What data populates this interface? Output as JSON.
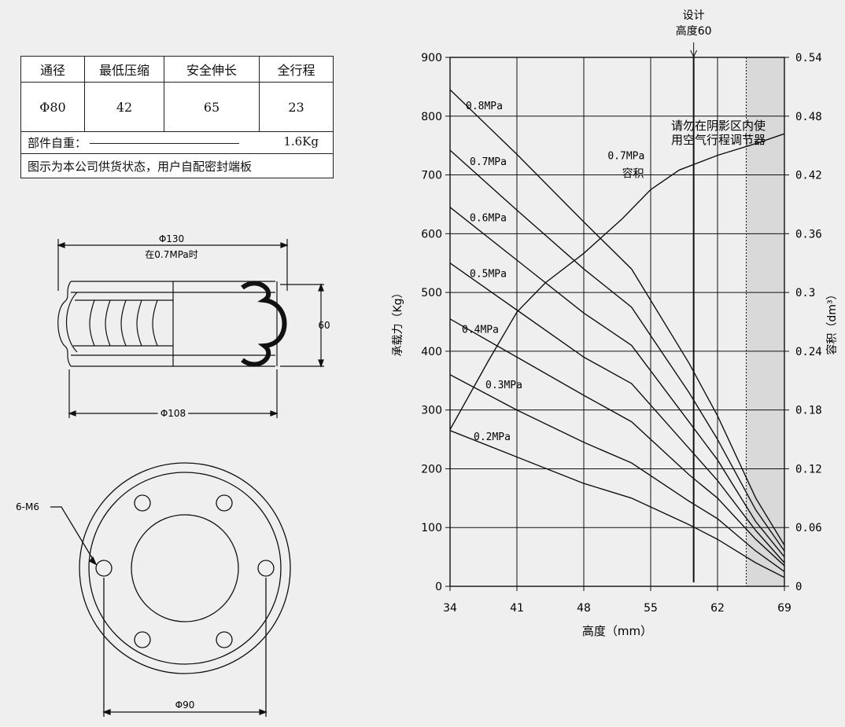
{
  "spec_table": {
    "headers": [
      "通径",
      "最低压缩",
      "安全伸长",
      "全行程"
    ],
    "values": [
      "Φ80",
      "42",
      "65",
      "23"
    ],
    "weight_label": "部件自重：",
    "weight_value": "1.6Kg",
    "note": "图示为本公司供货状态，用户自配密封端板"
  },
  "side_drawing": {
    "top_dim": "Φ130",
    "top_dim_note": "在0.7MPa时",
    "height_dim": "60",
    "bottom_dim": "Φ108"
  },
  "plan_drawing": {
    "bolt_label": "6-M6",
    "pcd_dim": "Φ90"
  },
  "chart_data": {
    "type": "line",
    "xlabel": "高度（mm）",
    "ylabel": "承载力（Kg）",
    "y2label": "容积（dm³）",
    "xlim": [
      34,
      69
    ],
    "ylim": [
      0,
      900
    ],
    "y2lim": [
      0,
      0.54
    ],
    "xticks": [
      "34",
      "41",
      "48",
      "55",
      "62",
      "69"
    ],
    "yticks": [
      "0",
      "100",
      "200",
      "300",
      "400",
      "500",
      "600",
      "700",
      "800",
      "900"
    ],
    "y2ticks": [
      "0",
      "0.06",
      "0.12",
      "0.18",
      "0.24",
      "0.3",
      "0.36",
      "0.42",
      "0.48",
      "0.54"
    ],
    "y2tick_values": [
      0,
      0.06,
      0.12,
      0.18,
      0.24,
      0.3,
      0.36,
      0.42,
      0.48,
      0.54
    ],
    "series": [
      {
        "name": "0.8MPa",
        "x": [
          34,
          41,
          48,
          53,
          59,
          62,
          66,
          69
        ],
        "y": [
          845,
          735,
          620,
          540,
          380,
          290,
          150,
          70
        ]
      },
      {
        "name": "0.7MPa",
        "x": [
          34,
          41,
          48,
          53,
          59,
          62,
          66,
          69
        ],
        "y": [
          742,
          640,
          540,
          475,
          330,
          250,
          130,
          60
        ]
      },
      {
        "name": "0.6MPa",
        "x": [
          34,
          41,
          48,
          53,
          59,
          62,
          66,
          69
        ],
        "y": [
          645,
          555,
          465,
          410,
          280,
          215,
          110,
          50
        ]
      },
      {
        "name": "0.5MPa",
        "x": [
          34,
          41,
          48,
          53,
          59,
          62,
          66,
          69
        ],
        "y": [
          550,
          470,
          390,
          345,
          235,
          180,
          95,
          40
        ]
      },
      {
        "name": "0.4MPa",
        "x": [
          34,
          41,
          48,
          53,
          59,
          62,
          66,
          69
        ],
        "y": [
          455,
          390,
          325,
          280,
          190,
          150,
          80,
          35
        ]
      },
      {
        "name": "0.3MPa",
        "x": [
          34,
          41,
          48,
          53,
          59,
          62,
          66,
          69
        ],
        "y": [
          360,
          300,
          245,
          210,
          145,
          115,
          60,
          25
        ]
      },
      {
        "name": "0.2MPa",
        "x": [
          34,
          41,
          48,
          53,
          59,
          62,
          66,
          69
        ],
        "y": [
          265,
          220,
          175,
          150,
          105,
          80,
          40,
          15
        ]
      }
    ],
    "volume_series": {
      "name": "0.7MPa",
      "name2": "容积",
      "x": [
        34,
        38,
        41,
        44,
        48,
        52,
        55,
        58,
        62,
        66,
        69
      ],
      "y": [
        0.16,
        0.23,
        0.28,
        0.31,
        0.34,
        0.375,
        0.405,
        0.425,
        0.44,
        0.452,
        0.462
      ]
    },
    "design_height": {
      "x": 59.5,
      "label1": "设计",
      "label2": "高度60"
    },
    "shaded_region": {
      "x_start": 65,
      "x_end": 69
    },
    "shade_note": [
      "请勿在阴影区内使",
      "用空气行程调节器"
    ]
  },
  "colors": {
    "ink": "#111111",
    "background": "#efefef",
    "shade": "#d9d9d9"
  }
}
